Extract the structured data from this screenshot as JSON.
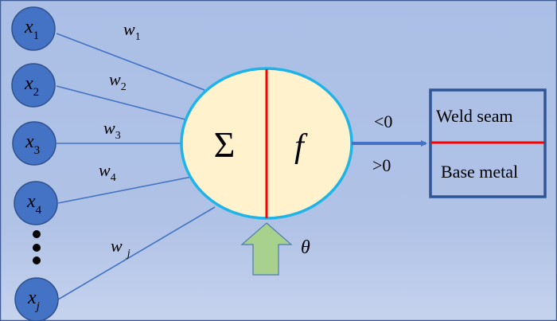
{
  "inputs": [
    {
      "base": "x",
      "sub": "1"
    },
    {
      "base": "x",
      "sub": "2"
    },
    {
      "base": "x",
      "sub": "3"
    },
    {
      "base": "x",
      "sub": "4"
    },
    {
      "base": "x",
      "sub": "j"
    }
  ],
  "weights": [
    {
      "base": "w",
      "sub": "1"
    },
    {
      "base": "w",
      "sub": "2"
    },
    {
      "base": "w",
      "sub": "3"
    },
    {
      "base": "w",
      "sub": "4"
    },
    {
      "base": "w",
      "sub": "j"
    }
  ],
  "neuron": {
    "sum_symbol": "Σ",
    "activation_symbol": "f"
  },
  "bias": {
    "symbol": "θ"
  },
  "output": {
    "less_label": "<0",
    "greater_label": ">0"
  },
  "classes": {
    "top": "Weld seam",
    "bottom": "Base metal"
  },
  "colors": {
    "node_fill": "#4472c4",
    "neuron_fill": "#fff2cc",
    "neuron_stroke": "#1fb4e8",
    "divider": "#ff0000",
    "bias_arrow": "#a9d18e",
    "box_stroke": "#2f5597"
  }
}
